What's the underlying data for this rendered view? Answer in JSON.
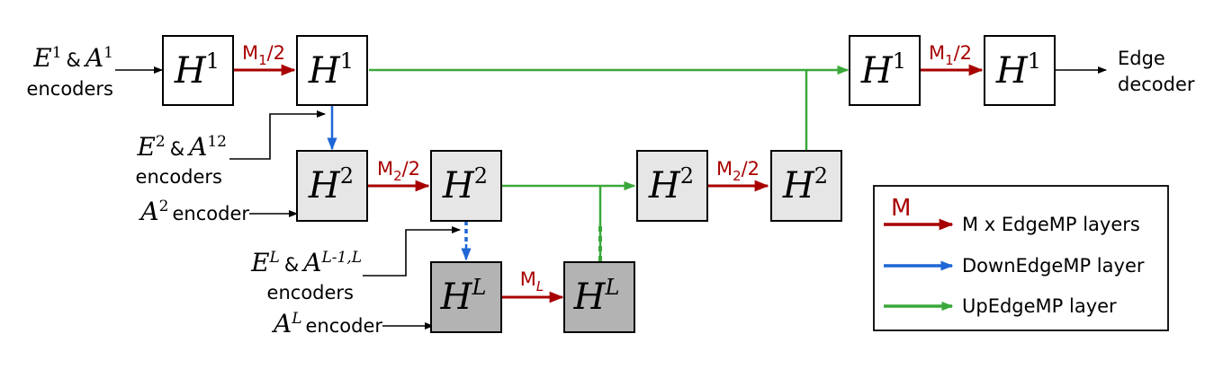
{
  "colors": {
    "red": "#a80000",
    "blue": "#1f66d6",
    "green": "#3aa83a",
    "level1_fill": "#ffffff",
    "level2_fill": "#e6e6e6",
    "levelL_fill": "#b3b3b3"
  },
  "blocks": {
    "h_symbol": "H",
    "level1_sup": "1",
    "level2_sup": "2",
    "levelL_sup": "L"
  },
  "inputs": {
    "level1": {
      "e_symbol": "E",
      "e_sup": "1",
      "amp": "&",
      "a_symbol": "A",
      "a_sup": "1",
      "text": "encoders"
    },
    "level2": {
      "e_symbol": "E",
      "e_sup": "2",
      "amp": "&",
      "a_symbol": "A",
      "a_sup": "12",
      "text": "encoders"
    },
    "level2_node": {
      "a_symbol": "A",
      "a_sup": "2",
      "text": "encoder"
    },
    "levelL": {
      "e_symbol": "E",
      "e_sup": "L",
      "amp": "&",
      "a_symbol": "A",
      "a_sup": "L-1,L",
      "text": "encoders"
    },
    "levelL_node": {
      "a_symbol": "A",
      "a_sup": "L",
      "text": "encoder"
    }
  },
  "edges": {
    "m_symbol": "M",
    "m1_sub": "1",
    "m2_sub": "2",
    "mL_sub": "L",
    "half": "/2"
  },
  "output": {
    "line1": "Edge",
    "line2": "decoder"
  },
  "legend": {
    "m_label": "M",
    "items": [
      {
        "label": "M x EdgeMP layers",
        "color": "#a80000"
      },
      {
        "label": "DownEdgeMP layer",
        "color": "#1f66d6"
      },
      {
        "label": "UpEdgeMP layer",
        "color": "#3aa83a"
      }
    ]
  }
}
